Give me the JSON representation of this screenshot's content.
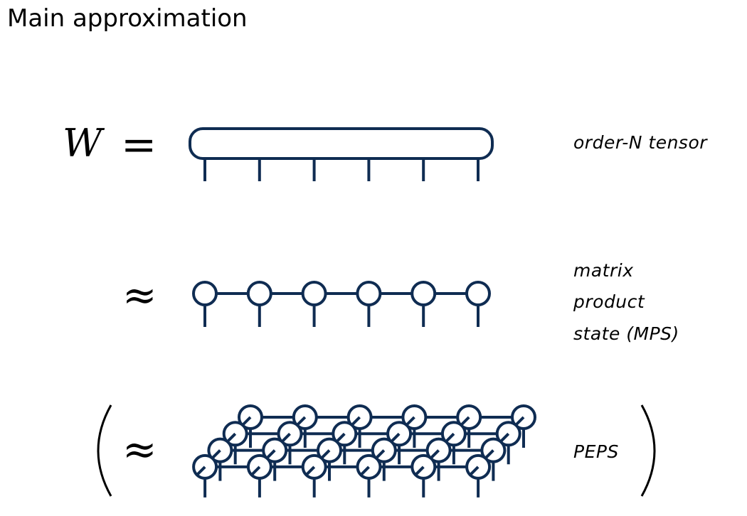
{
  "title": "Main approximation",
  "equation": {
    "lhs": "W",
    "equals": "=",
    "approx": "≈",
    "paren_open": "(",
    "paren_close": ")"
  },
  "rows": {
    "tensor": {
      "label": "order-N tensor",
      "legs": 6
    },
    "mps": {
      "label_lines": [
        "matrix",
        "product",
        "state (MPS)"
      ],
      "sites": 6
    },
    "peps": {
      "label": "PEPS",
      "layers": 4,
      "sites_per_layer": 6
    }
  },
  "colors": {
    "ink": "#0f2c52",
    "text": "#000000"
  }
}
